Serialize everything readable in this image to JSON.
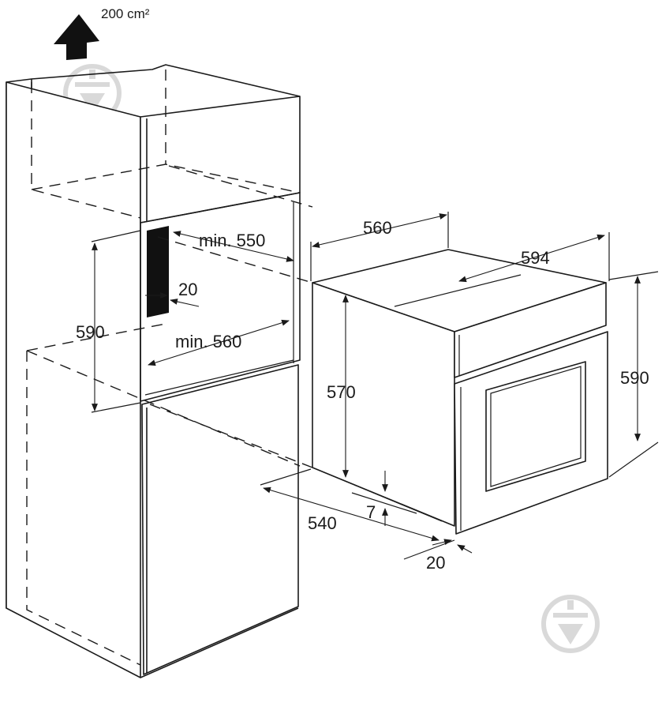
{
  "figure": {
    "airflow_label": "200 cm²",
    "cabinet": {
      "niche_depth": "min. 550",
      "niche_width": "min. 560",
      "niche_height": "590",
      "strip_width": "20"
    },
    "oven": {
      "top_width": "560",
      "front_width": "594",
      "body_height": "570",
      "front_height": "590",
      "depth": "540",
      "foot_gap": "7",
      "front_thickness": "20"
    },
    "watermark_icon": "droplet-shield-icon"
  }
}
